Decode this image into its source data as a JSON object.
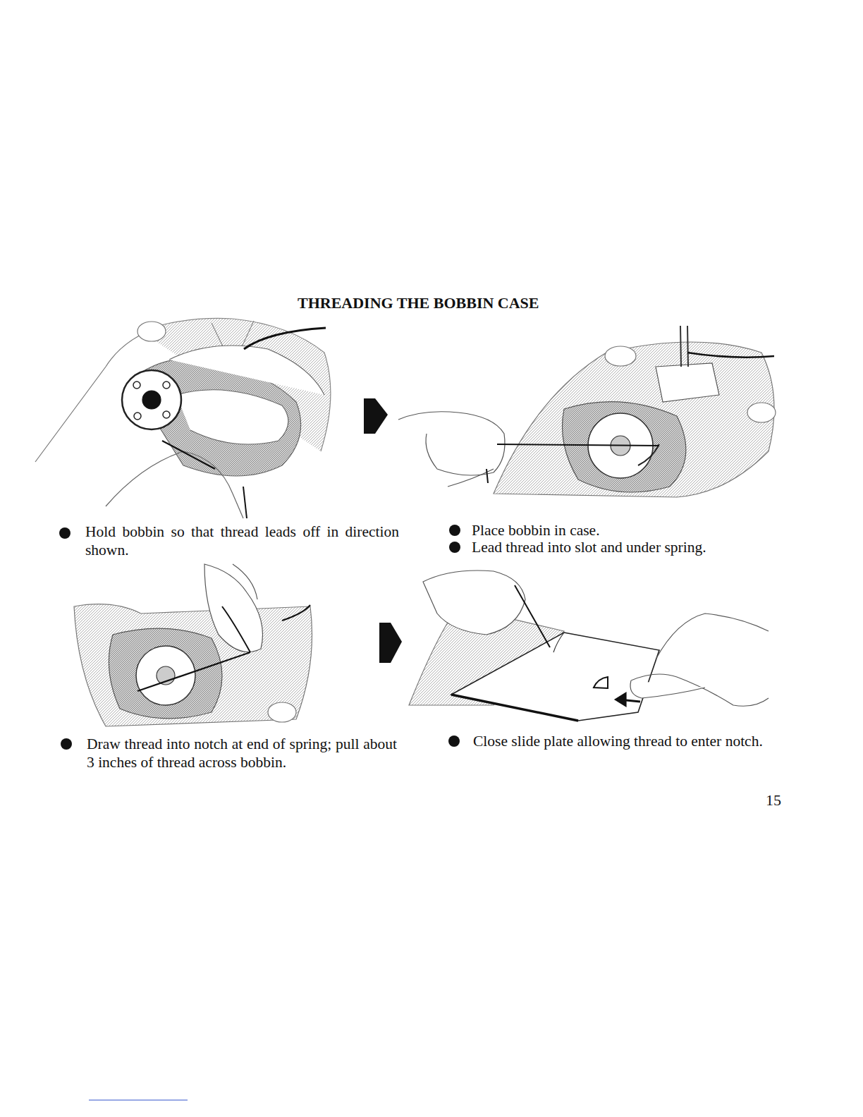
{
  "diagram": {
    "title": "THREADING THE BOBBIN CASE",
    "labels": [
      "Hold bobbin so that thread leads off in direction shown.",
      "Place bobbin in case.",
      "Lead thread into slot and under spring.",
      "Draw thread into notch at end of spring; pull about 3 inches of thread across bobbin.",
      "Close slide plate allowing thread to enter notch.",
      "15"
    ]
  }
}
